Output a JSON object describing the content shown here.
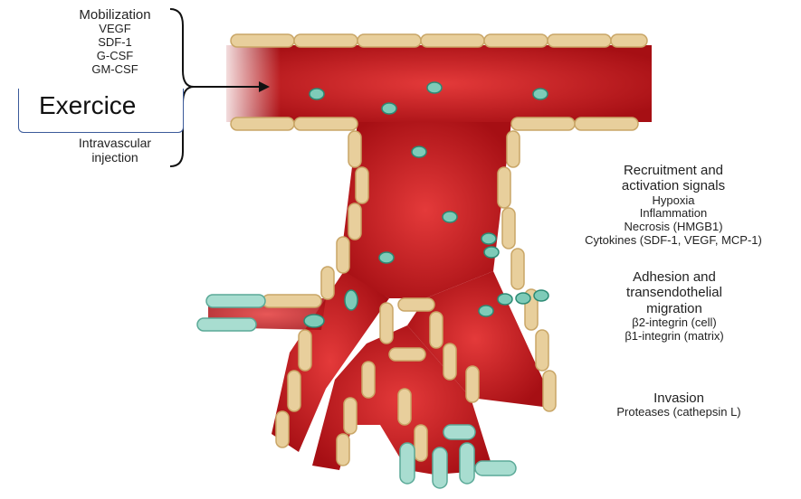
{
  "mobilization": {
    "title": "Mobilization",
    "factors": [
      "VEGF",
      "SDF-1",
      "G-CSF",
      "GM-CSF"
    ]
  },
  "exercise_label": "Exercice",
  "injection": {
    "line1": "Intravascular",
    "line2": "injection"
  },
  "recruitment": {
    "title1": "Recruitment and",
    "title2": "activation signals",
    "items": [
      "Hypoxia",
      "Inflammation",
      "Necrosis (HMGB1)",
      "Cytokines (SDF-1, VEGF, MCP-1)"
    ]
  },
  "adhesion": {
    "title1": "Adhesion and",
    "title2": "transendothelial",
    "title3": "migration",
    "items": [
      "β2-integrin (cell)",
      "β1-integrin (matrix)"
    ]
  },
  "invasion": {
    "title": "Invasion",
    "item": "Proteases (cathepsin L)"
  },
  "colors": {
    "blood": "#c4161c",
    "endothelium": "#e8cf9c",
    "cell": "#7ecbb8"
  }
}
